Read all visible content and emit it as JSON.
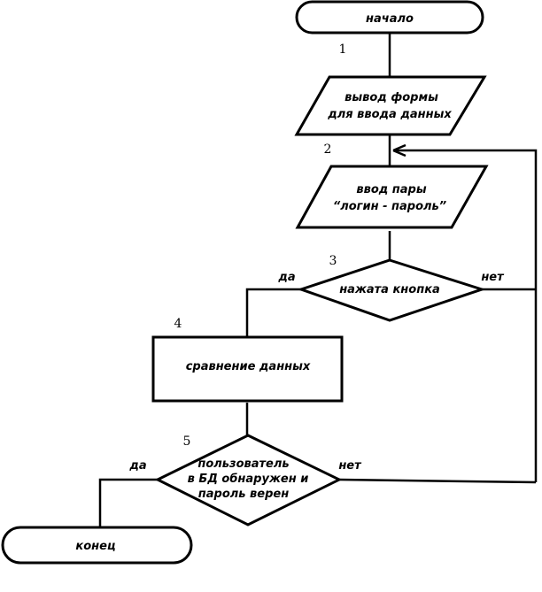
{
  "diagram": {
    "type": "flowchart",
    "nodes": [
      {
        "id": "start",
        "shape": "terminator",
        "label": [
          "начало"
        ]
      },
      {
        "id": "1",
        "number": "1",
        "shape": "parallelogram",
        "label": [
          "вывод формы",
          "для ввода данных"
        ]
      },
      {
        "id": "2",
        "number": "2",
        "shape": "parallelogram",
        "label": [
          "ввод пары",
          "“логин - пароль”"
        ]
      },
      {
        "id": "3",
        "number": "3",
        "shape": "decision",
        "label": [
          "нажата кнопка"
        ]
      },
      {
        "id": "4",
        "number": "4",
        "shape": "process",
        "label": [
          "сравнение данных"
        ]
      },
      {
        "id": "5",
        "number": "5",
        "shape": "decision",
        "label": [
          "пользователь",
          "в БД обнаружен и",
          "пароль верен"
        ]
      },
      {
        "id": "end",
        "shape": "terminator",
        "label": [
          "конец"
        ]
      }
    ],
    "edges": [
      {
        "from": "start",
        "to": "1",
        "label": ""
      },
      {
        "from": "1",
        "to": "2",
        "label": ""
      },
      {
        "from": "2",
        "to": "3",
        "label": ""
      },
      {
        "from": "3",
        "to": "4",
        "label": "да"
      },
      {
        "from": "3",
        "to": "2",
        "label": "нет"
      },
      {
        "from": "4",
        "to": "5",
        "label": ""
      },
      {
        "from": "5",
        "to": "end",
        "label": "да"
      },
      {
        "from": "5",
        "to": "2",
        "label": "нет"
      }
    ],
    "numbers": {
      "n1": "1",
      "n2": "2",
      "n3": "3",
      "n4": "4",
      "n5": "5"
    },
    "branch_labels": {
      "yes": "да",
      "no": "нет"
    }
  }
}
